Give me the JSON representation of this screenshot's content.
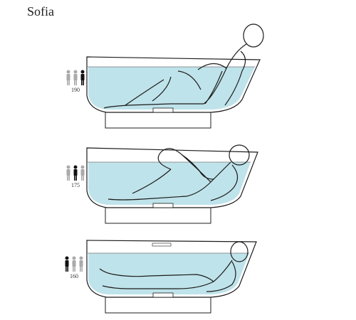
{
  "title": "Sofia",
  "panels": [
    {
      "height_label": "190",
      "highlight": 3
    },
    {
      "height_label": "175",
      "highlight": 2
    },
    {
      "height_label": "160",
      "highlight": 1
    }
  ],
  "colors": {
    "water": "#bfe3ea",
    "line": "#1c1c1c",
    "icon_active": "#111111",
    "icon_inactive": "#aaaaaa"
  }
}
